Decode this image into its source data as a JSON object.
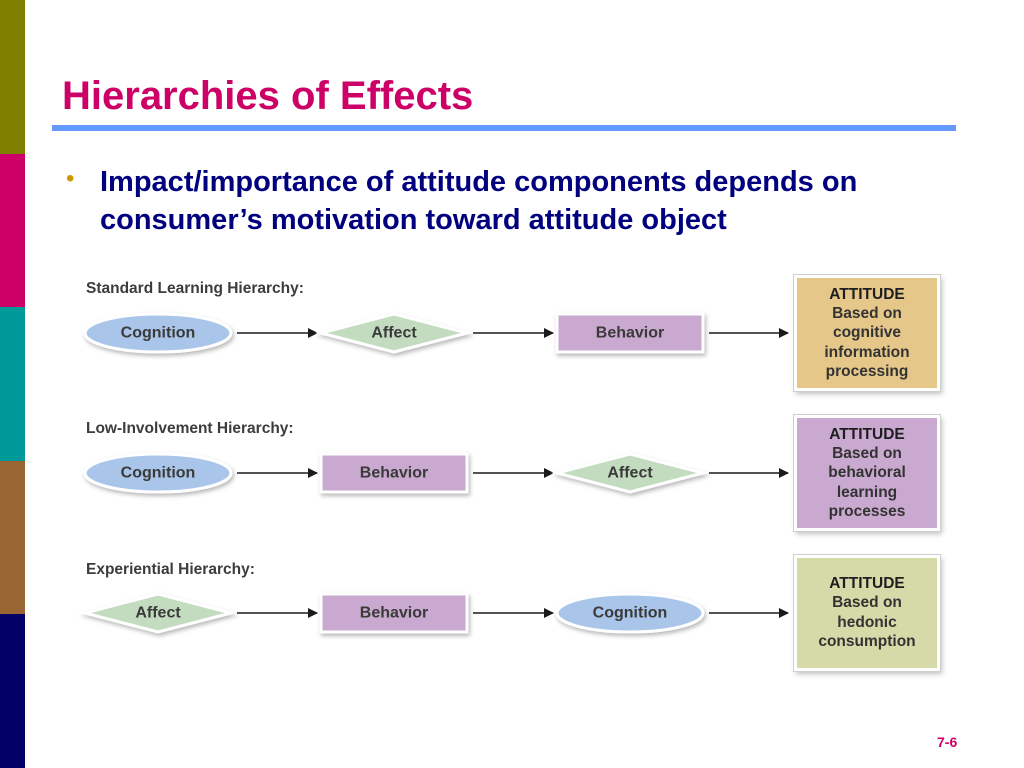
{
  "slide": {
    "title": "Hierarchies of Effects",
    "bullet": "Impact/importance of attitude components depends on consumer’s motivation toward attitude object",
    "bullet_marker": "•",
    "slide_number": "7-6"
  },
  "colors": {
    "title": "#cc0066",
    "rule": "#6699ff",
    "bullet_text": "#00007f",
    "bullet_marker": "#cc9900",
    "slide_number": "#cc0066",
    "sidebar_bands": [
      "#808000",
      "#cc0066",
      "#009999",
      "#996633",
      "#000066"
    ],
    "cognition_fill": "#a9c6ea",
    "affect_fill": "#c3dcc0",
    "behavior_fill": "#c9a9cf",
    "attitude_fills": [
      "#e6c78a",
      "#c9a9cf",
      "#d6d9a8"
    ]
  },
  "hierarchies": [
    {
      "label": "Standard Learning Hierarchy:",
      "steps": [
        {
          "text": "Cognition",
          "shape": "ellipse"
        },
        {
          "text": "Affect",
          "shape": "diamond"
        },
        {
          "text": "Behavior",
          "shape": "rect"
        }
      ],
      "attitude": {
        "heading": "ATTITUDE",
        "body": "Based on\ncognitive\ninformation\nprocessing"
      }
    },
    {
      "label": "Low-Involvement Hierarchy:",
      "steps": [
        {
          "text": "Cognition",
          "shape": "ellipse"
        },
        {
          "text": "Behavior",
          "shape": "rect"
        },
        {
          "text": "Affect",
          "shape": "diamond"
        }
      ],
      "attitude": {
        "heading": "ATTITUDE",
        "body": "Based on\nbehavioral\nlearning\nprocesses"
      }
    },
    {
      "label": "Experiential Hierarchy:",
      "steps": [
        {
          "text": "Affect",
          "shape": "diamond"
        },
        {
          "text": "Behavior",
          "shape": "rect"
        },
        {
          "text": "Cognition",
          "shape": "ellipse"
        }
      ],
      "attitude": {
        "heading": "ATTITUDE",
        "body": "Based on\nhedonic\nconsumption"
      }
    }
  ]
}
